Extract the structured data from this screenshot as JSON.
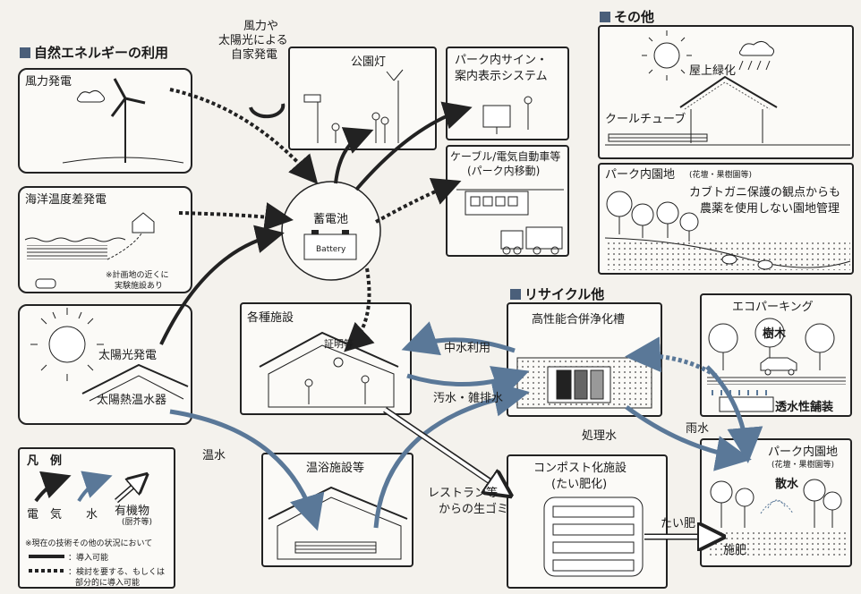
{
  "sections": {
    "natural": "自然エネルギーの利用",
    "other": "その他",
    "recycle": "リサイクル他"
  },
  "boxes": {
    "wind": "風力発電",
    "ocean": "海洋温度差発電",
    "ocean_note_1": "※計画地の近くに",
    "ocean_note_2": "実験施設あり",
    "solar_power": "太陽光発電",
    "solar_heat": "太陽熱温水器",
    "park_light": "公園灯",
    "home_gen_1": "風力や",
    "home_gen_2": "太陽光による",
    "home_gen_3": "自家発電",
    "signage_1": "パーク内サイン・",
    "signage_2": "案内表示システム",
    "cable_1": "ケーブル/電気自動車等",
    "cable_2": "(パーク内移動)",
    "battery": "蓄電池",
    "battery_tag": "Battery",
    "facilities": "各種施設",
    "lighting": "証明等",
    "bath": "温浴施設等",
    "roof_green": "屋上緑化",
    "cool_tube": "クールチューブ",
    "park_garden": "パーク内園地",
    "park_garden_sub": "(花壇・果樹園等)",
    "beetle_1": "カブトガニ保護の観点からも",
    "beetle_2": "農薬を使用しない園地管理",
    "septic": "高性能合併浄化槽",
    "eco_parking": "エコパーキング",
    "trees": "樹木",
    "permeable": "透水性舗装",
    "compost_1": "コンポスト化施設",
    "compost_2": "(たい肥化)",
    "park_garden2": "パーク内園地",
    "park_garden2_sub": "(花壇・果樹園等)",
    "sprinkle": "散水",
    "fertilize": "施肥"
  },
  "flows": {
    "gray_water": "中水利用",
    "waste_water": "汚水・雑排水",
    "treated_water": "処理水",
    "rain_water": "雨水",
    "hot_water": "温水",
    "restaurant_1": "レストラン等",
    "restaurant_2": "からの生ゴミ",
    "compost": "たい肥"
  },
  "legend": {
    "title": "凡　例",
    "electric": "電　気",
    "water": "水",
    "organic": "有機物",
    "organic_sub": "(厨芥等)",
    "note": "※現在の技術その他の状況において",
    "solid": "：導入可能",
    "dashed_1": "：検討を要する、もしくは",
    "dashed_2": "部分的に導入可能"
  },
  "colors": {
    "electric": "#222222",
    "water": "#5a7898",
    "organic": "#ffffff",
    "section_marker": "#4a5f7a"
  }
}
